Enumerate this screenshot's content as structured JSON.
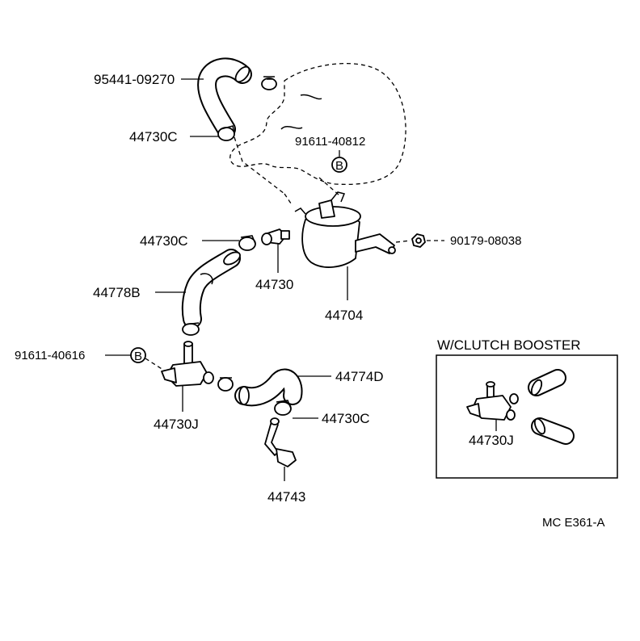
{
  "labels": {
    "hose_top": "95441-09270",
    "clamp_top": "44730C",
    "bolt_top": "91611-40812",
    "marker_b_top": "B",
    "clamp_mid": "44730C",
    "fitting": "44730",
    "hose_mid": "44778B",
    "reservoir": "44704",
    "nut_right": "90179-08038",
    "bolt_left": "91611-40616",
    "marker_b_left": "B",
    "valve": "44730J",
    "hose_lower": "44774D",
    "clamp_lower": "44730C",
    "pipe_bottom": "44743"
  },
  "inset": {
    "title": "W/CLUTCH  BOOSTER",
    "valve": "44730J"
  },
  "footer": {
    "code": "MC  E361-A"
  }
}
